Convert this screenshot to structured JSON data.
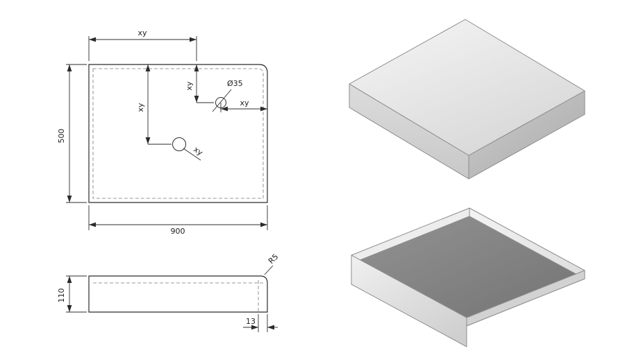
{
  "drawing": {
    "top_view": {
      "offset_top": "xy",
      "height": "500",
      "width": "900",
      "hole_diameter": "Ø35",
      "hole_offset_top": "xy",
      "hole_offset_right": "xy",
      "hole2_offset_top": "xy",
      "hole2_callout": "xy"
    },
    "side_view": {
      "height": "110",
      "corner_radius": "R5",
      "apron_thickness": "13"
    },
    "palette": {
      "line": "#2b2b2b",
      "hidden_line": "#777777",
      "iso_edge": "#8d8d8d",
      "iso_top_face": "#ededed",
      "iso_left_face": "#d2d2d2",
      "iso_right_face": "#b8b8b8",
      "iso_underside": "#838383",
      "iso_apron": "#e0e0e0",
      "background": "#ffffff"
    }
  }
}
